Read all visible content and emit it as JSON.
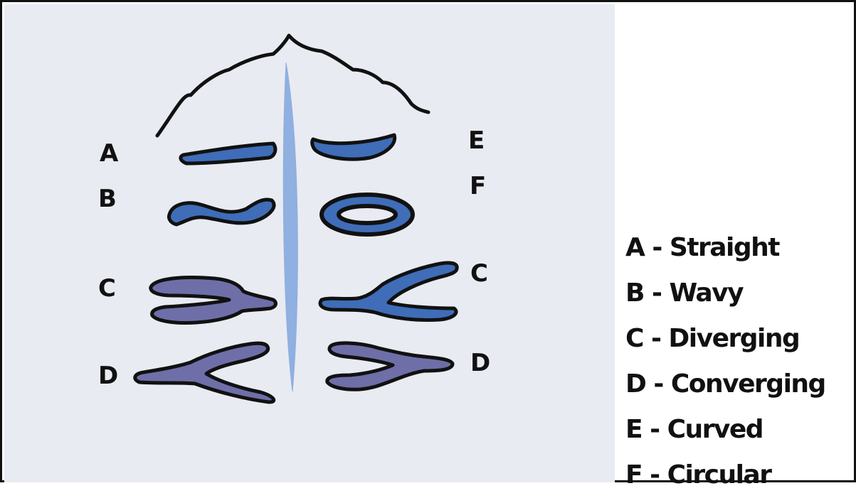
{
  "diagram": {
    "side_labels": {
      "left_a": "A",
      "left_b": "B",
      "left_c": "C",
      "left_d": "D",
      "right_e": "E",
      "right_f": "F",
      "right_c": "C",
      "right_d": "D"
    }
  },
  "legend": {
    "items": [
      "A - Straight",
      "B - Wavy",
      "C - Diverging",
      "D - Converging",
      "E - Curved",
      "F - Circular"
    ]
  },
  "colors": {
    "background": "#e9ebf2",
    "midline": "#8fb0e0",
    "blue_fill": "#3f6db8",
    "purple_fill": "#6e6fa8",
    "outline": "#111111"
  }
}
